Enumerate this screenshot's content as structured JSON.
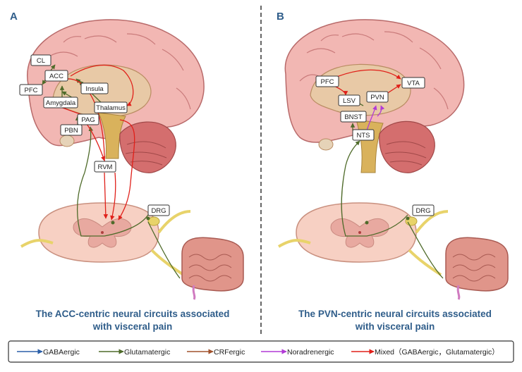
{
  "panels": [
    {
      "letter": "A",
      "labels": {
        "cl": "CL",
        "acc": "ACC",
        "pfc": "PFC",
        "insula": "Insula",
        "amygdala": "Amygdala",
        "thalamus": "Thalamus",
        "pag": "PAG",
        "pbn": "PBN",
        "rvm": "RVM",
        "drg": "DRG"
      },
      "caption_line1": "The ACC-centric neural circuits associated",
      "caption_line2": "with visceral pain"
    },
    {
      "letter": "B",
      "labels": {
        "pfc": "PFC",
        "vta": "VTA",
        "lsv": "LSV",
        "pvn": "PVN",
        "bnst": "BNST",
        "nts": "NTS",
        "drg": "DRG"
      },
      "caption_line1": "The PVN-centric neural circuits associated",
      "caption_line2": "with visceral pain"
    }
  ],
  "legend": [
    {
      "label": "GABAergic",
      "color": "#2b5fa8"
    },
    {
      "label": "Glutamatergic",
      "color": "#4f6b2a"
    },
    {
      "label": "CRFergic",
      "color": "#a0522d"
    },
    {
      "label": "Noradrenergic",
      "color": "#b23ad6"
    },
    {
      "label": "Mixed（GABAergic，Glutamatergic）",
      "color": "#e0201a"
    }
  ]
}
